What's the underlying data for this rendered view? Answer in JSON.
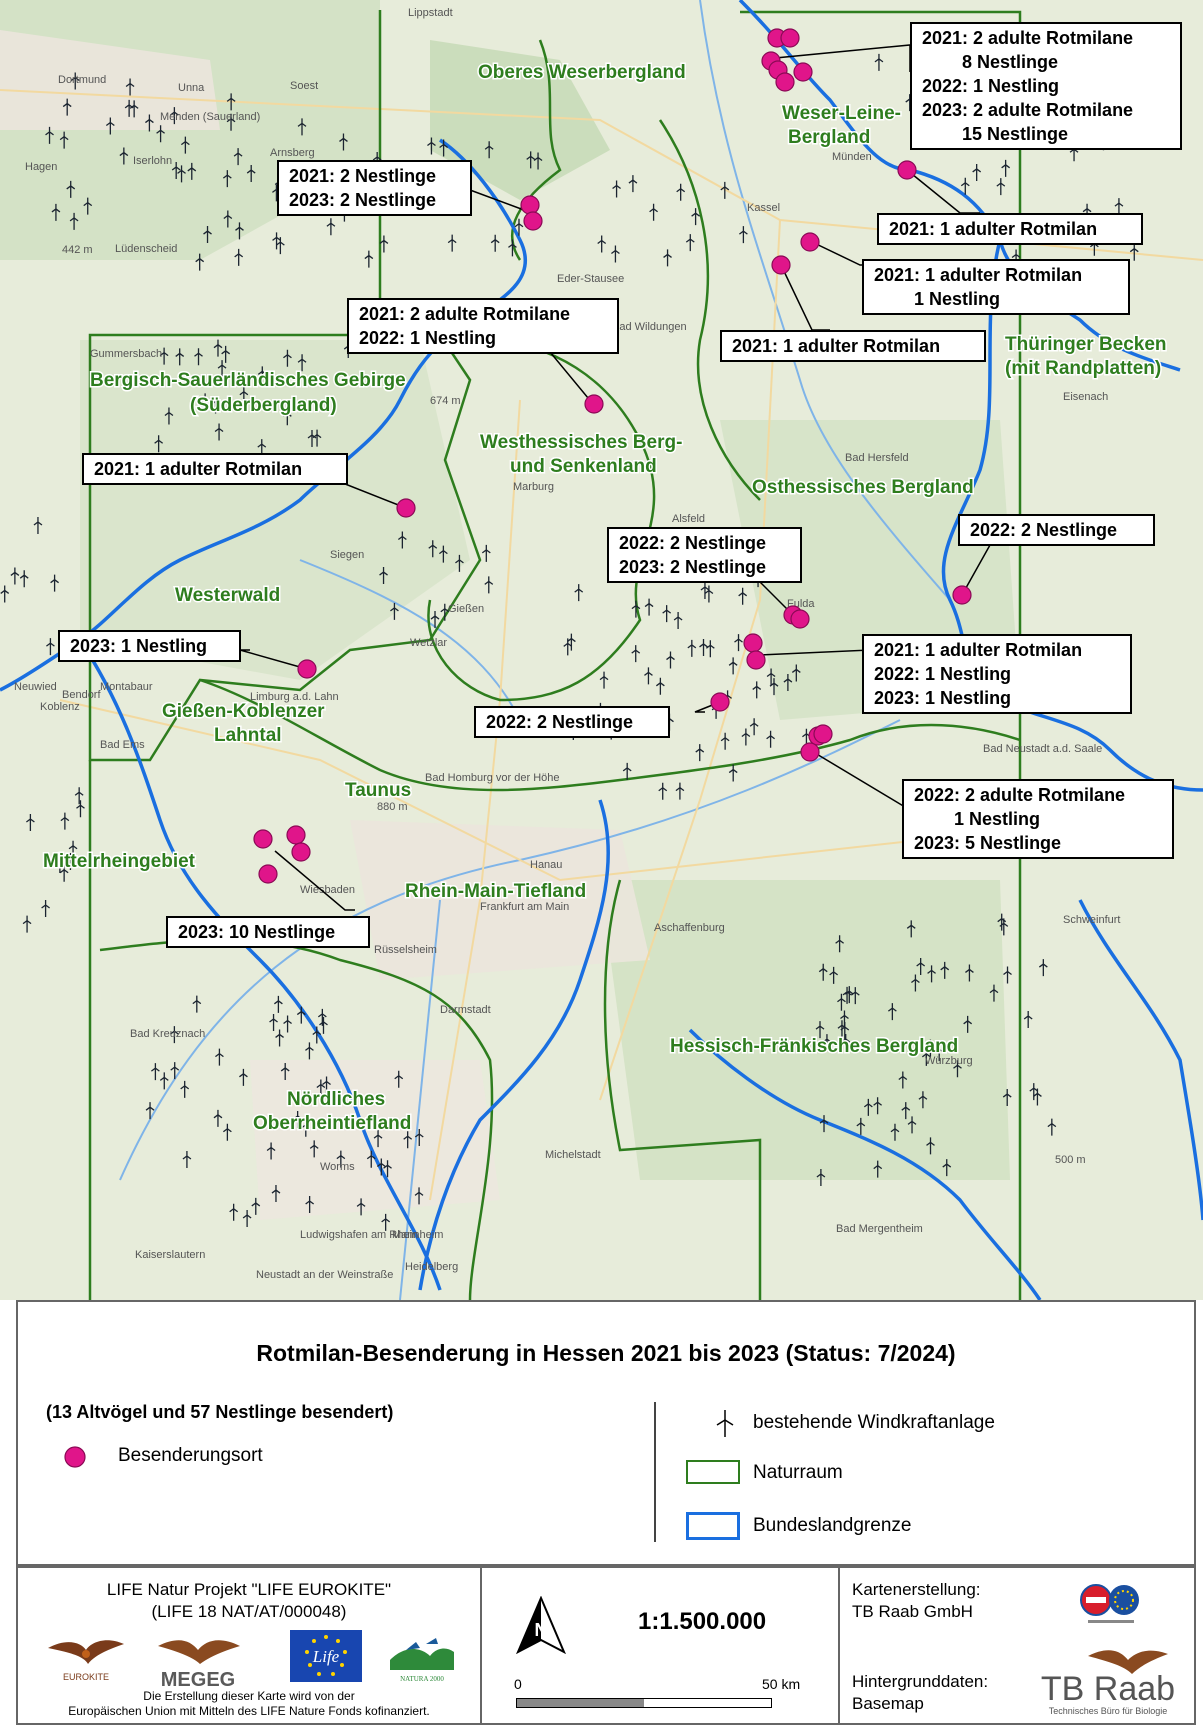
{
  "map_labels": {
    "regions": [
      "Oberes Weserbergland",
      "Weser-Leine-",
      "Bergland",
      "Bergisch-Sauerländisches Gebirge",
      "(Süderbergland)",
      "Westhessisches Berg-",
      "und Senkenland",
      "Osthessisches Bergland",
      "Thüringer Becken",
      "(mit Randplatten)",
      "Westerwald",
      "Gießen-Koblenzer",
      "Lahntal",
      "Taunus",
      "Mittelrheingebiet",
      "Rhein-Main-Tiefland",
      "Hessisch-Fränkisches Bergland",
      "Nördliches",
      "Oberrheintiefland"
    ],
    "places": [
      "Lippstadt",
      "Dortmund",
      "Unna",
      "Soest",
      "Hagen",
      "Iserlohn",
      "Arnsberg",
      "Menden (Sauerland)",
      "Lüdenscheid",
      "Gummersbach",
      "Kassel",
      "Münden",
      "Bad Wildungen",
      "Eder-Stausee",
      "Marburg",
      "Gießen",
      "Wetzlar",
      "Fulda",
      "Alsfeld",
      "Bad Hersfeld",
      "Eisenach",
      "Bad Neustadt a.d. Saale",
      "Neuwied",
      "Koblenz",
      "Montabaur",
      "Bendorf",
      "Bad Ems",
      "Limburg a.d. Lahn",
      "Bad Homburg vor der Höhe",
      "Hanau",
      "Frankfurt am Main",
      "Wiesbaden",
      "Rüsselsheim",
      "Darmstadt",
      "Aschaffenburg",
      "Schweinfurt",
      "Würzburg",
      "Bad Kreuznach",
      "Worms",
      "Michelstadt",
      "Ludwigshafen am Rhein",
      "Mannheim",
      "Heidelberg",
      "Neustadt an der Weinstraße",
      "Kaiserslautern",
      "Bad Mergentheim",
      "Siegen",
      "442 m",
      "674 m",
      "880 m",
      "500 m"
    ]
  },
  "callouts": [
    {
      "lines": [
        "2021: 2 adulte Rotmilane",
        "        8 Nestlinge",
        "2022: 1 Nestling",
        "2023: 2 adulte Rotmilane",
        "        15 Nestlinge"
      ]
    },
    {
      "lines": [
        "2021: 2 Nestlinge",
        "2023: 2 Nestlinge"
      ]
    },
    {
      "lines": [
        "2021: 1 adulter Rotmilan"
      ]
    },
    {
      "lines": [
        "2021: 1 adulter Rotmilan",
        "        1 Nestling"
      ]
    },
    {
      "lines": [
        "2021: 1 adulter Rotmilan"
      ]
    },
    {
      "lines": [
        "2021: 2 adulte Rotmilane",
        "2022: 1 Nestling"
      ]
    },
    {
      "lines": [
        "2021: 1 adulter Rotmilan"
      ]
    },
    {
      "lines": [
        "2022: 2 Nestlinge",
        "2023: 2 Nestlinge"
      ]
    },
    {
      "lines": [
        "2022: 2 Nestlinge"
      ]
    },
    {
      "lines": [
        "2023: 1 Nestling"
      ]
    },
    {
      "lines": [
        "2021: 1 adulter Rotmilan",
        "2022: 1 Nestling",
        "2023: 1 Nestling"
      ]
    },
    {
      "lines": [
        "2022: 2 Nestlinge"
      ]
    },
    {
      "lines": [
        "2022: 2 adulte Rotmilane",
        "        1 Nestling",
        "2023: 5 Nestlinge"
      ]
    },
    {
      "lines": [
        "2023: 10 Nestlinge"
      ]
    }
  ],
  "legend": {
    "title": "Rotmilan-Besenderung in Hessen 2021 bis 2023 (Status: 7/2024)",
    "subtitle": "(13 Altvögel und 57 Nestlinge besendert)",
    "items": {
      "site": "Besenderungsort",
      "turbine": "bestehende Windkraftanlage",
      "naturraum": "Naturraum",
      "border": "Bundeslandgrenze"
    },
    "colors": {
      "site": "#e0158a",
      "naturraum": "#2e7d1e",
      "border": "#1a6fe0"
    }
  },
  "footer": {
    "project_line1": "LIFE Natur Projekt \"LIFE EUROKITE\"",
    "project_line2": "(LIFE 18 NAT/AT/000048)",
    "logo_eurokite": "EUROKITE",
    "logo_megeg": "MEGEG",
    "logo_life": "Life",
    "logo_natura": "NATURA 2000",
    "funding_line1": "Die Erstellung dieser Karte wird von der",
    "funding_line2": "Europäischen Union mit Mitteln des LIFE Nature Fonds kofinanziert.",
    "scale": "1:1.500.000",
    "scalebar_start": "0",
    "scalebar_end": "50 km",
    "credit_label": "Kartenerstellung:",
    "credit_value": "TB Raab GmbH",
    "data_label": "Hintergrunddaten:",
    "data_value": "Basemap",
    "raab_logo": "TB Raab",
    "raab_tagline": "Technisches Büro für Biologie"
  }
}
